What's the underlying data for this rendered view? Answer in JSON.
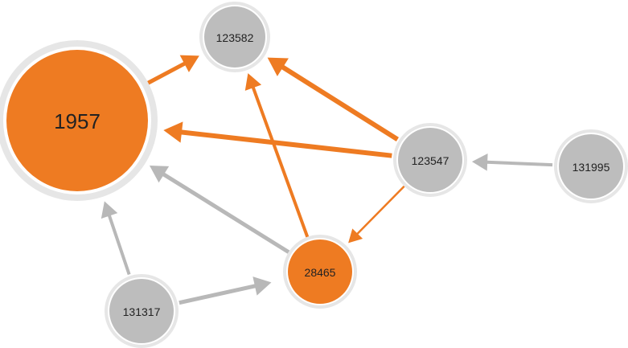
{
  "colors": {
    "highlight": "#ee7b22",
    "neutral": "#b8b8b8",
    "node_fill_neutral": "#bdbdbd",
    "halo": "#e6e6e6",
    "label": "#222222"
  },
  "nodes": [
    {
      "id": "1957",
      "label": "1957",
      "highlighted": true
    },
    {
      "id": "123582",
      "label": "123582",
      "highlighted": false
    },
    {
      "id": "123547",
      "label": "123547",
      "highlighted": false
    },
    {
      "id": "131995",
      "label": "131995",
      "highlighted": false
    },
    {
      "id": "28465",
      "label": "28465",
      "highlighted": true
    },
    {
      "id": "131317",
      "label": "131317",
      "highlighted": false
    }
  ],
  "edges": [
    {
      "from": "1957",
      "to": "123582",
      "highlighted": true
    },
    {
      "from": "123547",
      "to": "123582",
      "highlighted": true
    },
    {
      "from": "123547",
      "to": "1957",
      "highlighted": true
    },
    {
      "from": "123547",
      "to": "28465",
      "highlighted": true
    },
    {
      "from": "28465",
      "to": "123582",
      "highlighted": true
    },
    {
      "from": "131995",
      "to": "123547",
      "highlighted": false
    },
    {
      "from": "28465",
      "to": "1957",
      "highlighted": false
    },
    {
      "from": "131317",
      "to": "1957",
      "highlighted": false
    },
    {
      "from": "131317",
      "to": "28465",
      "highlighted": false
    }
  ]
}
